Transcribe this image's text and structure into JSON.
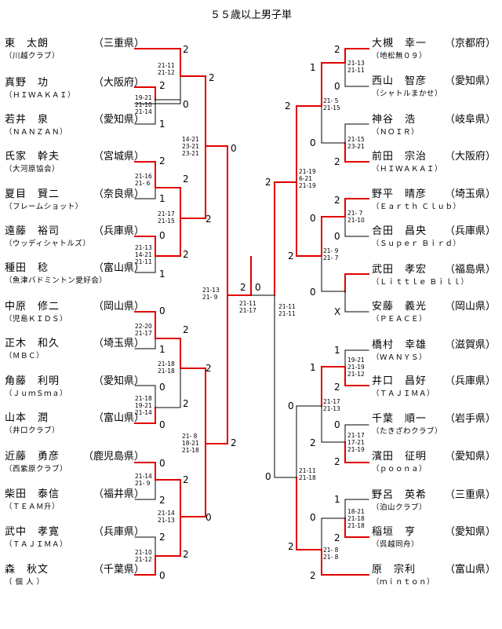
{
  "title": "５５歳以上男子単",
  "left_players": [
    {
      "name": "東　太朗",
      "pref": "（三重県）",
      "club": "（川越クラブ）"
    },
    {
      "name": "真野　功",
      "pref": "（大阪府）",
      "club": "（ＨＩＷＡＫＡＩ）"
    },
    {
      "name": "若井　泉",
      "pref": "（愛知県）",
      "club": "（ＮＡＮＺＡＮ）"
    },
    {
      "name": "氏家　幹夫",
      "pref": "（宮城県）",
      "club": "（大河原協会）"
    },
    {
      "name": "夏目　賢二",
      "pref": "（奈良県）",
      "club": "（フレームショット）"
    },
    {
      "name": "遠藤　裕司",
      "pref": "（兵庫県）",
      "club": "（ウッディシャトルズ）"
    },
    {
      "name": "種田　稔",
      "pref": "（富山県）",
      "club": "（魚津バドミントン愛好会）"
    },
    {
      "name": "中原　修二",
      "pref": "（岡山県）",
      "club": "（児島ＫＩＤＳ）"
    },
    {
      "name": "正木　和久",
      "pref": "（埼玉県）",
      "club": "（ＭＢＣ）"
    },
    {
      "name": "角藤　利明",
      "pref": "（愛知県）",
      "club": "（ＪｕｍＳｍａ）"
    },
    {
      "name": "山本　潤",
      "pref": "（富山県）",
      "club": "（井口クラブ）"
    },
    {
      "name": "近藤　勇彦",
      "pref": "（鹿児島県）",
      "club": "（西紫原クラブ）"
    },
    {
      "name": "柴田　泰信",
      "pref": "（福井県）",
      "club": "（ＴＥＡＭ升）"
    },
    {
      "name": "武中　孝寛",
      "pref": "（兵庫県）",
      "club": "（ＴＡＪＩＭＡ）"
    },
    {
      "name": "森　秋文",
      "pref": "（千葉県）",
      "club": "（ 個 人 ）"
    }
  ],
  "right_players": [
    {
      "name": "大槻　幸一",
      "pref": "（京都府）",
      "club": "（地松無０９）"
    },
    {
      "name": "西山　智彦",
      "pref": "（愛知県）",
      "club": "（シャトルまかせ）"
    },
    {
      "name": "神谷　浩",
      "pref": "（岐阜県）",
      "club": "（ＮＯＩＲ）"
    },
    {
      "name": "前田　宗治",
      "pref": "（大阪府）",
      "club": "（ＨＩＷＡＫＡＩ）"
    },
    {
      "name": "野平　晴彦",
      "pref": "（埼玉県）",
      "club": "（Ｅａｒｔｈ Ｃｌｕｂ）"
    },
    {
      "name": "合田　昌央",
      "pref": "（兵庫県）",
      "club": "（Ｓｕｐｅｒ Ｂｉｒｄ）"
    },
    {
      "name": "武田　孝宏",
      "pref": "（福島県）",
      "club": "（Ｌｉｔｔｌｅ Ｂｉｌｌ）"
    },
    {
      "name": "安藤　義光",
      "pref": "（岡山県）",
      "club": "（ＰＥＡＣＥ）"
    },
    {
      "name": "橋村　幸雄",
      "pref": "（滋賀県）",
      "club": "（ＷＡＮＹＳ）"
    },
    {
      "name": "井口　昌好",
      "pref": "（兵庫県）",
      "club": "（ＴＡＪＩＭＡ）"
    },
    {
      "name": "千葉　順一",
      "pref": "（岩手県）",
      "club": "（たきざわクラブ）"
    },
    {
      "name": "濱田　征明",
      "pref": "（愛知県）",
      "club": "（ｐｏｏｎａ）"
    },
    {
      "name": "野呂　英希",
      "pref": "（三重県）",
      "club": "（泊山クラブ）"
    },
    {
      "name": "稲垣　亨",
      "pref": "（愛知県）",
      "club": "（呉越同舟）"
    },
    {
      "name": "原　宗利",
      "pref": "（富山県）",
      "club": "（ｍｉｎｔｏｎ）"
    }
  ],
  "scores": {
    "l": [
      "2",
      "2",
      "0",
      "1",
      "2",
      "0",
      "2",
      "2",
      "1",
      "2",
      "0",
      "1",
      "2",
      "0",
      "2",
      "1",
      "2",
      "0",
      "2",
      "0",
      "2",
      "0",
      "2",
      "2",
      "0",
      "2",
      "2",
      "0",
      "2",
      "0"
    ],
    "r": [
      "2",
      "0",
      "1",
      "0",
      "2",
      "2",
      "2",
      "0",
      "0",
      "2",
      "2",
      "X",
      "0",
      "1",
      "2",
      "1",
      "2",
      "0",
      "2",
      "0",
      "0",
      "1",
      "0",
      "2",
      "2",
      "0",
      "2"
    ],
    "final": [
      "2",
      "0"
    ]
  },
  "game_scores": {
    "g1": [
      "21-11",
      "21-12"
    ],
    "g2": [
      "19-21",
      "21-10",
      "21-14"
    ],
    "g3": [
      "14-21",
      "23-21",
      "23-21"
    ],
    "g4": [
      "21-16",
      "21- 6"
    ],
    "g5": [
      "21-17",
      "21-15"
    ],
    "g6": [
      "21-13",
      "14-21",
      "21-11"
    ],
    "g7": [
      "21-13",
      "21- 9"
    ],
    "g8": [
      "22-20",
      "21-17"
    ],
    "g9": [
      "21-18",
      "21-18"
    ],
    "g10": [
      "21-18",
      "19-21",
      "21-14"
    ],
    "g11": [
      "21- 8",
      "18-21",
      "21-18"
    ],
    "g12": [
      "21-14",
      "21- 9"
    ],
    "g13": [
      "21-14",
      "21-13"
    ],
    "g14": [
      "21-10",
      "21-12"
    ],
    "g15": [
      "21-11",
      "21-17"
    ],
    "r1": [
      "21-13",
      "21-11"
    ],
    "r2": [
      "21- 5",
      "21-15"
    ],
    "r3": [
      "21-15",
      "23-21"
    ],
    "r4": [
      "21-19",
      "6-21",
      "21-19"
    ],
    "r5": [
      "21- 7",
      "21-10"
    ],
    "r6": [
      "21- 9",
      "21- 7"
    ],
    "r7": [
      "21-11",
      "21-11"
    ],
    "r8": [
      "19-21",
      "21-19",
      "21-12"
    ],
    "r9": [
      "21-17",
      "21-13"
    ],
    "r10": [
      "21-17",
      "17-21",
      "21-19"
    ],
    "r11": [
      "21-11",
      "21-18"
    ],
    "r12": [
      "18-21",
      "21-18",
      "21-18"
    ],
    "r13": [
      "21- 8",
      "21- 8"
    ]
  }
}
